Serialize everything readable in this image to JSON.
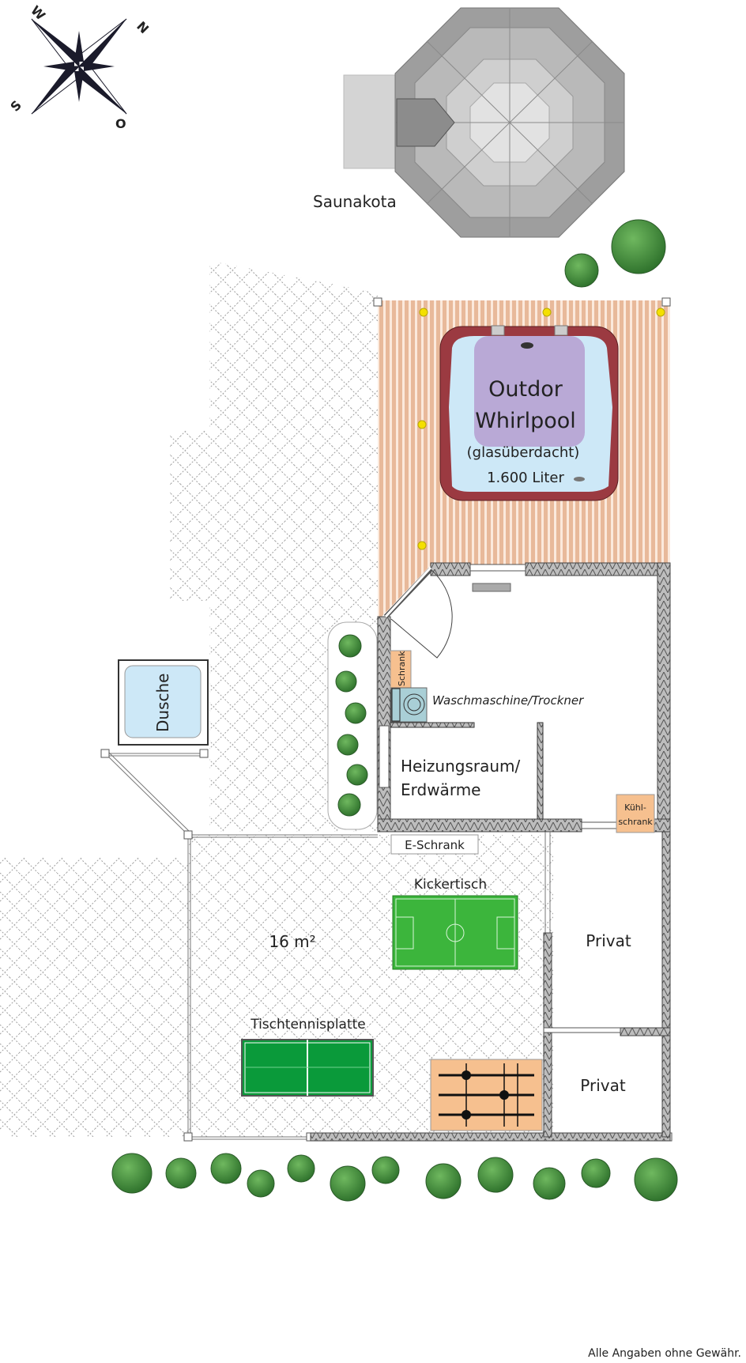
{
  "compass": {
    "n": "N",
    "s": "S",
    "w": "W",
    "o": "O"
  },
  "sauna": {
    "label": "Saunakota"
  },
  "whirlpool": {
    "line1": "Outdor",
    "line2": "Whirlpool",
    "line3": "(glasüberdacht)",
    "line4": "1.600 Liter"
  },
  "rooms": {
    "schrank": "Schrank",
    "washer": "Waschmaschine/Trockner",
    "heating_line1": "Heizungsraum/",
    "heating_line2": "Erdwärme",
    "fridge_line1": "Kühl-",
    "fridge_line2": "schrank",
    "e_schrank": "E-Schrank",
    "dusche": "Dusche",
    "kicker": "Kickertisch",
    "area": "16 m²",
    "tabletennis": "Tischtennisplatte",
    "privat1": "Privat",
    "privat2": "Privat"
  },
  "footer": {
    "disclaimer": "Alle Angaben ohne Gewähr."
  },
  "colors": {
    "deck": "#e8b99a",
    "whirlpool_shell": "#9b3a41",
    "water": "#cde8f7",
    "cover": "#b9a9d6",
    "kicker_green": "#3cb53c",
    "tt_green": "#0a9a3a",
    "cabinet": "#f6c08f",
    "tree": "#3d8a3a"
  }
}
